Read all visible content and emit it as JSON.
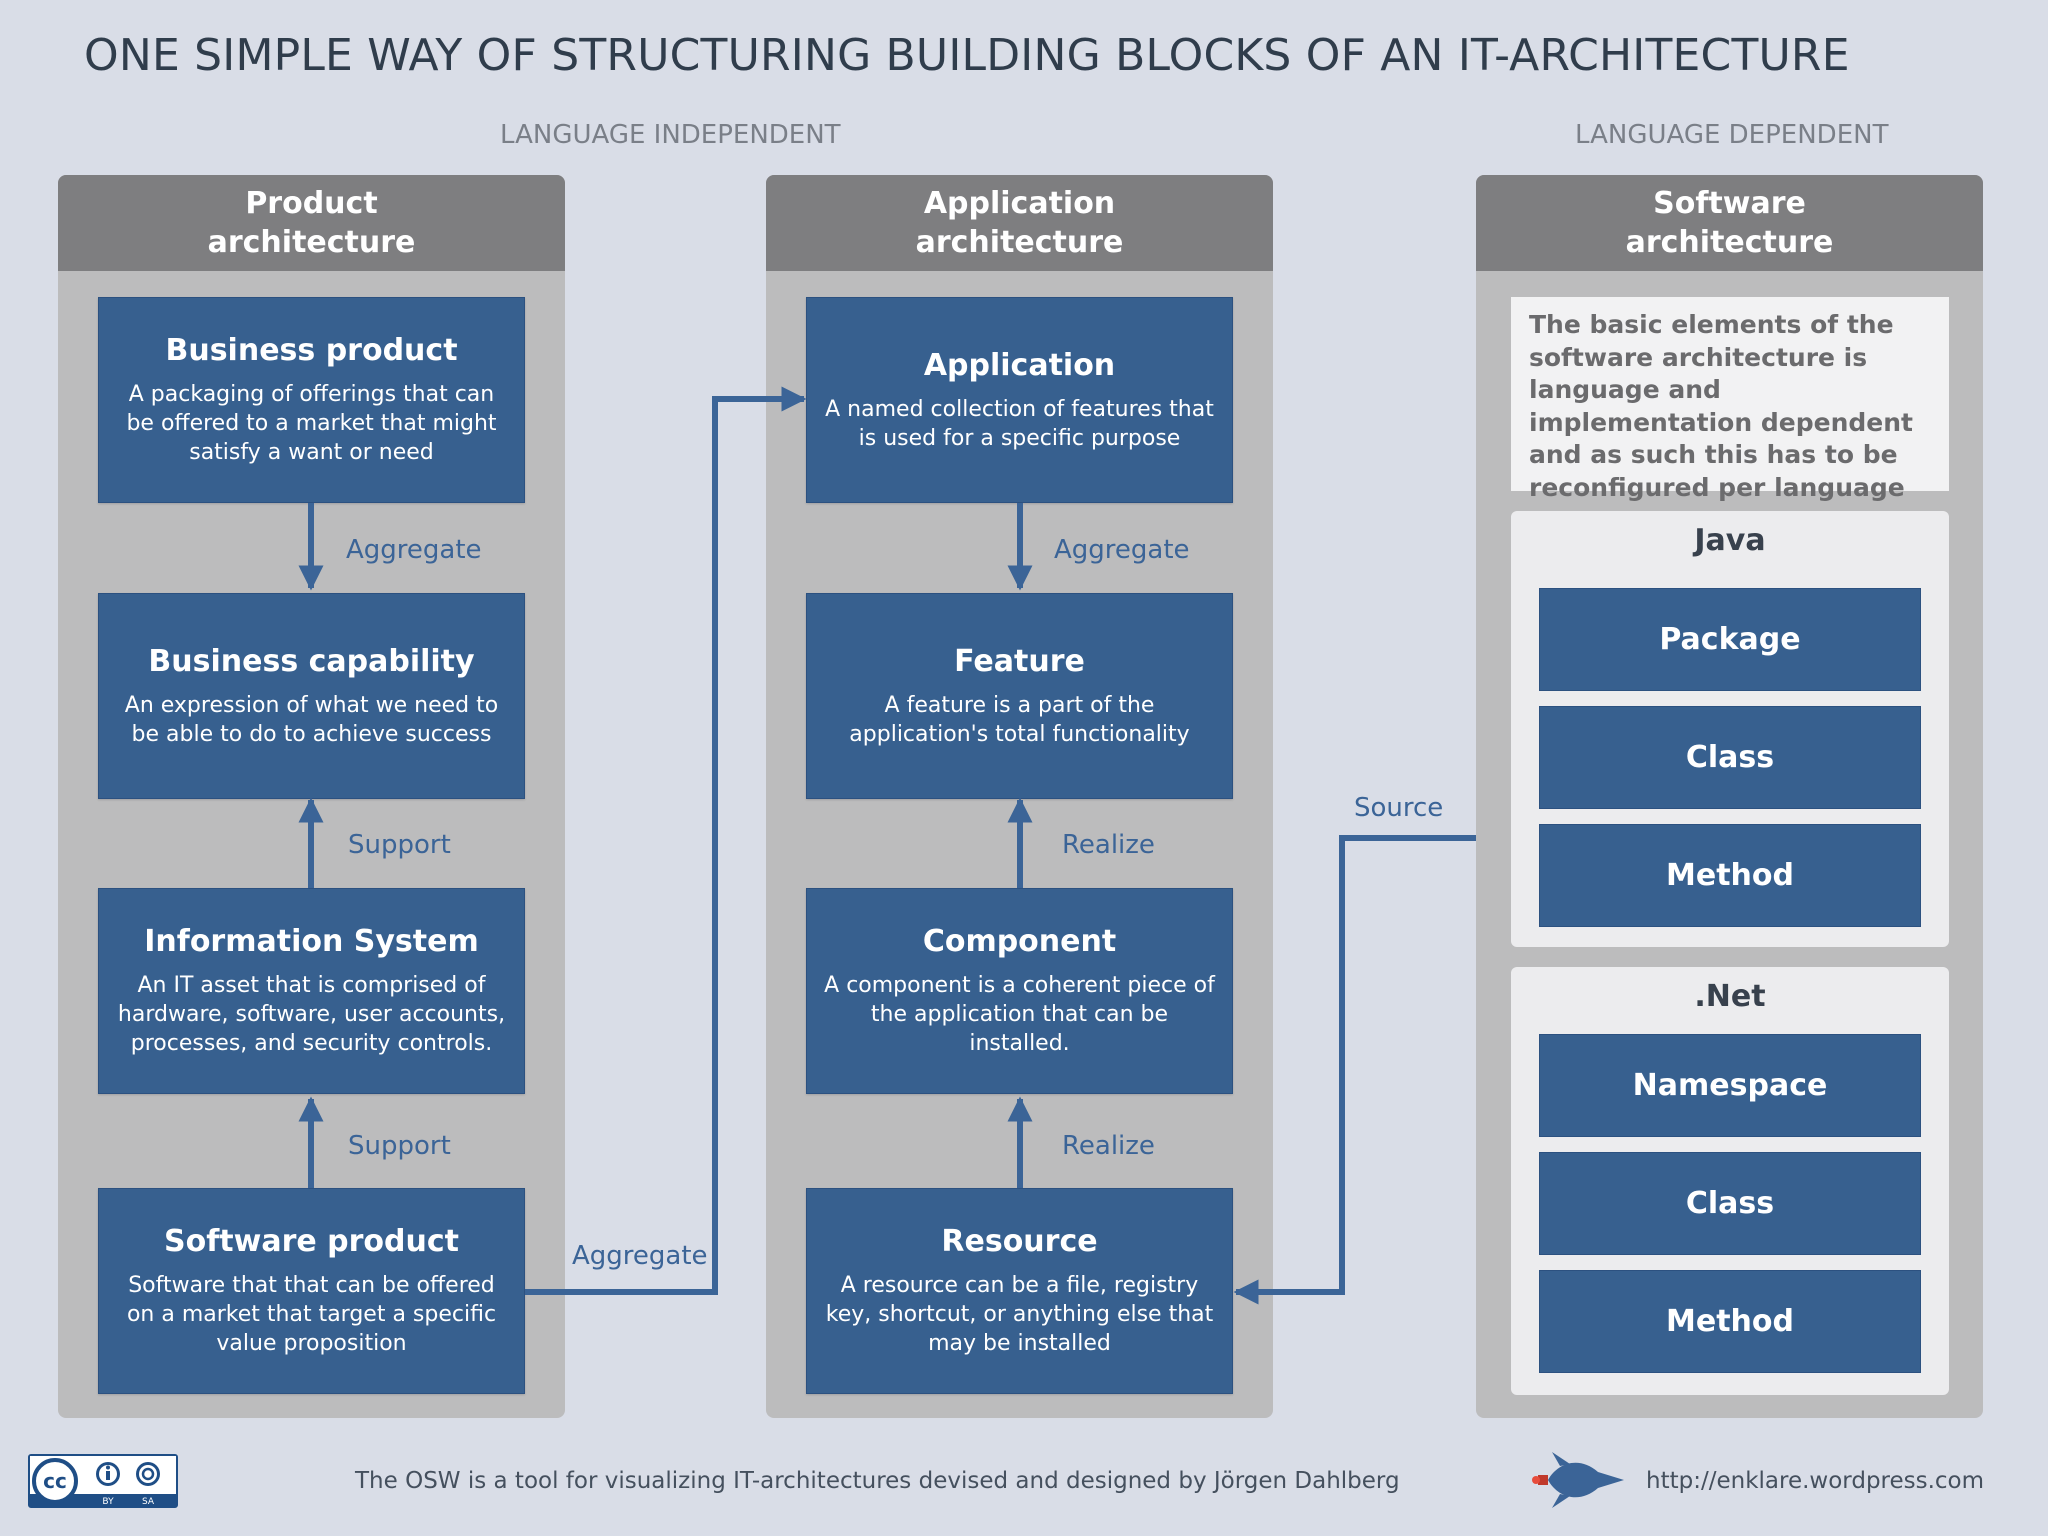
{
  "title": "ONE SIMPLE WAY OF STRUCTURING BUILDING BLOCKS OF AN IT-ARCHITECTURE",
  "sections": {
    "independent": "LANGUAGE INDEPENDENT",
    "dependent": "LANGUAGE DEPENDENT"
  },
  "columns": {
    "product": {
      "header_line1": "Product",
      "header_line2": "architecture",
      "boxes": [
        {
          "title": "Business product",
          "desc": "A packaging of offerings that can be offered to a market that might satisfy a want or need"
        },
        {
          "title": "Business capability",
          "desc": "An expression of what we need to be able to do to achieve success"
        },
        {
          "title": "Information System",
          "desc": "An IT asset that is comprised of hardware, software, user accounts, processes, and security controls."
        },
        {
          "title": "Software product",
          "desc": "Software that that can be offered on a market that target a specific value proposition"
        }
      ],
      "relations": [
        "Aggregate",
        "Support",
        "Support"
      ]
    },
    "application": {
      "header_line1": "Application",
      "header_line2": "architecture",
      "boxes": [
        {
          "title": "Application",
          "desc": "A named collection of features that is used for a specific purpose"
        },
        {
          "title": "Feature",
          "desc": "A feature is a part of the application's total functionality"
        },
        {
          "title": "Component",
          "desc": "A component is a coherent piece of the application that can be installed."
        },
        {
          "title": "Resource",
          "desc": "A resource can be a file, registry key, shortcut, or anything else that may be installed"
        }
      ],
      "relations": [
        "Aggregate",
        "Realize",
        "Realize"
      ]
    },
    "software": {
      "header_line1": "Software",
      "header_line2": "architecture",
      "note": "The basic elements of the software architecture is language and implementation dependent and as such this has to be reconfigured per language",
      "java": {
        "title": "Java",
        "items": [
          "Package",
          "Class",
          "Method"
        ]
      },
      "dotnet": {
        "title": ".Net",
        "items": [
          "Namespace",
          "Class",
          "Method"
        ]
      }
    }
  },
  "cross_relations": {
    "aggregate": "Aggregate",
    "source": "Source"
  },
  "footer": {
    "credit": "The OSW is a tool for visualizing IT-architectures devised and designed by Jörgen Dahlberg",
    "url": "http://enklare.wordpress.com",
    "license": {
      "cc": "cc",
      "by": "BY",
      "sa": "SA"
    }
  },
  "colors": {
    "background": "#d9dde7",
    "column": "#bcbcbd",
    "column_header": "#7e7e80",
    "box": "#37608f",
    "arrow": "#3b6497"
  }
}
